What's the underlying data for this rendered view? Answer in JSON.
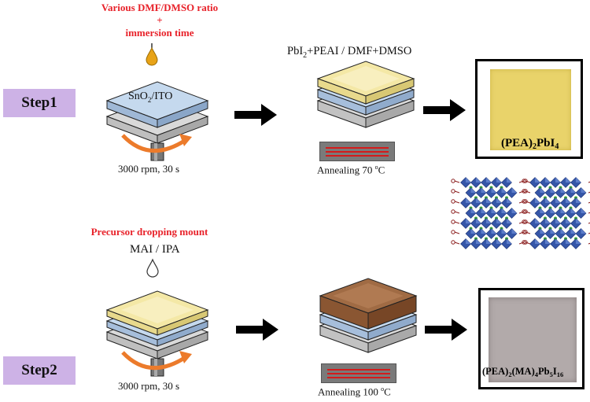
{
  "step1": {
    "step_label": "Step1",
    "red_title_line1": "Various DMF/DMSO ratio",
    "red_title_plus": "+",
    "red_title_line3": "immersion time",
    "substrate_label": "SnO",
    "substrate_sub": "2",
    "substrate_suffix": "/ITO",
    "spin_label": "3000 rpm, 30 s",
    "precursor_pre": "PbI",
    "precursor_sub": "2",
    "precursor_post": "+PEAI / DMF+DMSO",
    "anneal_label": "Annealing  70 ",
    "anneal_sup": "o",
    "anneal_unit": "C",
    "product_parts": [
      "(PEA)",
      "2",
      "PbI",
      "4"
    ]
  },
  "step2": {
    "step_label": "Step2",
    "red_title": "Precursor dropping mount",
    "solution_label": "MAI / IPA",
    "spin_label": "3000 rpm, 30 s",
    "anneal_label": "Annealing  100 ",
    "anneal_sup": "o",
    "anneal_unit": "C",
    "product_parts": [
      "(PEA)",
      "2",
      "(MA)",
      "4",
      "Pb",
      "5",
      "I",
      "16"
    ]
  },
  "colors": {
    "red_title": "#e8222a",
    "step_box": "#cdb2e6",
    "drop_orange": "#e8a317",
    "rotation_arrow": "#ec7b2b",
    "film_yellow": "#f4e8a6",
    "film_brown": "#a06b44",
    "substrate_blue": "#c5d9ee",
    "octahedron_blue": "#3556a8",
    "cation_green": "#3aa63a",
    "ligand_red": "#8b1e1e",
    "photo_yellow": "#e9d36a",
    "photo_gray": "#b2aaaa",
    "heater_stripe": "#d41b1b"
  },
  "icons": [
    "drop-icon",
    "rotation-arrow-icon",
    "right-arrow-icon",
    "hot-plate-icon",
    "spin-coater-icon",
    "perovskite-structure-icon"
  ]
}
